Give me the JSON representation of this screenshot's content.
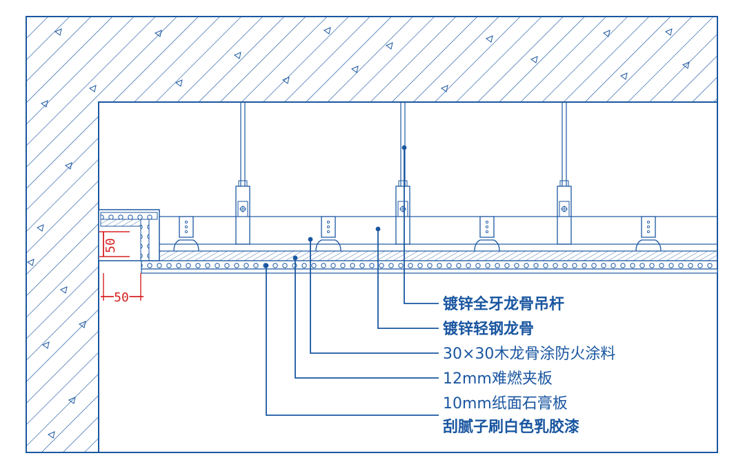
{
  "colors": {
    "line": "#1a56a0",
    "dimension": "#d62020",
    "background": "#ffffff"
  },
  "dimensions": {
    "vertical": "50",
    "horizontal": "50"
  },
  "labels": [
    "镀锌全牙龙骨吊杆",
    "镀锌轻钢龙骨",
    "30×30木龙骨涂防火涂料",
    "12mm难燃夹板",
    "10mm纸面石膏板",
    "刮腻子刷白色乳胶漆"
  ]
}
